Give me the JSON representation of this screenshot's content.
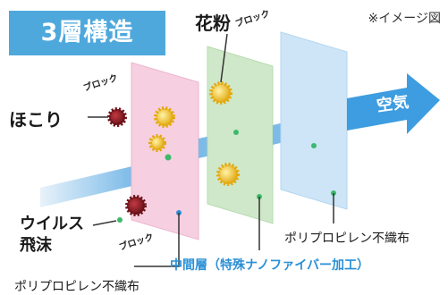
{
  "title": "3層構造",
  "note": "※イメージ図",
  "labels": {
    "pollen": "花粉",
    "dust": "ほこり",
    "virus_line1": "ウイルス",
    "virus_line2": "飛沫",
    "air": "空気",
    "outer_layer_front": "ポリプロピレン不織布",
    "outer_layer_back": "ポリプロピレン不織布",
    "middle_layer": "中間層（特殊ナノファイバー加工）",
    "block": "ブロック"
  },
  "colors": {
    "title_bg": "#4fa8dc",
    "front_layer": "#f6cfe0",
    "middle_layer": "#cfe8c9",
    "back_layer": "#cde5f7",
    "air_arrow": "#3d9de0",
    "pollen": "#e9b61a",
    "dust": "#8a1c22",
    "droplet": "#3cb96b",
    "middle_label": "#2a8fd6"
  }
}
